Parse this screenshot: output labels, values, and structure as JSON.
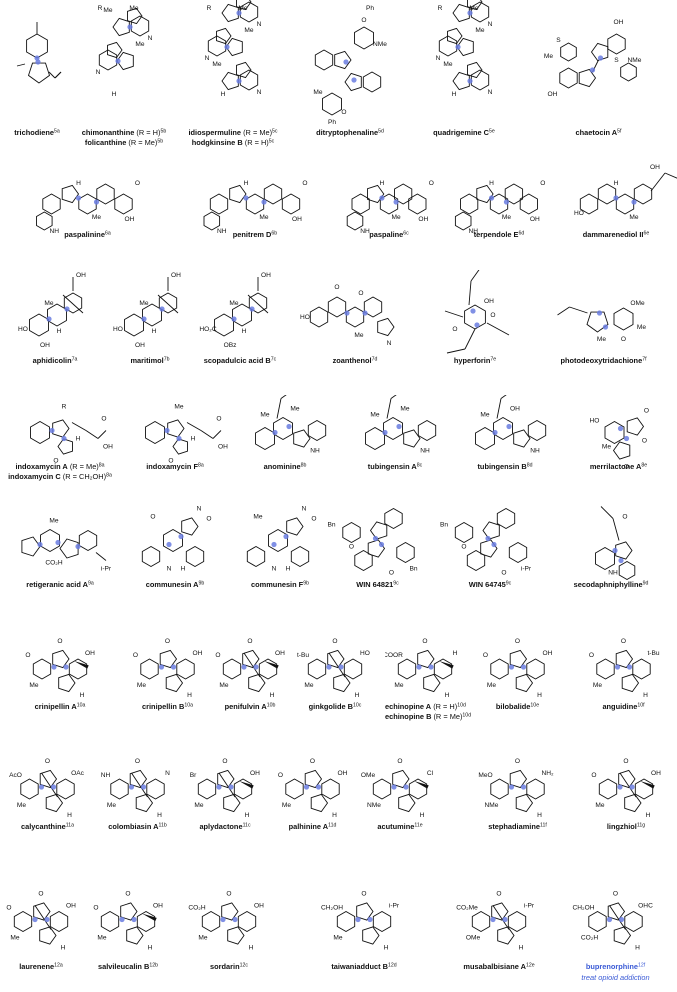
{
  "colors": {
    "quaternary_marker": "#6a7de0",
    "highlight_marker": "#e84a4a",
    "highlight_text": "#3b5bd6",
    "ink": "#111111"
  },
  "compounds": [
    {
      "id": "trichodiene",
      "name": "trichodiene",
      "ref": "5a"
    },
    {
      "id": "chimonanthine",
      "name": "chimonanthine",
      "note": "(R = H)",
      "ref": "5b",
      "name2": "folicanthine",
      "note2": "(R = Me)",
      "ref2": "5b"
    },
    {
      "id": "idiospermuline",
      "name": "idiospermuline",
      "note": "(R = Me)",
      "ref": "5c",
      "name2": "hodgkinsine B",
      "note2": "(R = H)",
      "ref2": "5c"
    },
    {
      "id": "ditryptophenaline",
      "name": "ditryptophenaline",
      "ref": "5d"
    },
    {
      "id": "quadrigemine-c",
      "name": "quadrigemine C",
      "ref": "5e"
    },
    {
      "id": "chaetocin-a",
      "name": "chaetocin A",
      "ref": "5f"
    },
    {
      "id": "paspalinine",
      "name": "paspalinine",
      "ref": "6a"
    },
    {
      "id": "penitrem-d",
      "name": "penitrem D",
      "ref": "6b"
    },
    {
      "id": "paspaline",
      "name": "paspaline",
      "ref": "6c"
    },
    {
      "id": "terpendole-e",
      "name": "terpendole E",
      "ref": "6d"
    },
    {
      "id": "dammarenediol-ii",
      "name": "dammarenediol II",
      "ref": "6e"
    },
    {
      "id": "aphidicolin",
      "name": "aphidicolin",
      "ref": "7a"
    },
    {
      "id": "maritimol",
      "name": "maritimol",
      "ref": "7b"
    },
    {
      "id": "scopadulcic-acid-b",
      "name": "scopadulcic acid B",
      "ref": "7c"
    },
    {
      "id": "zoanthenol",
      "name": "zoanthenol",
      "ref": "7d"
    },
    {
      "id": "hyperforin",
      "name": "hyperforin",
      "ref": "7e"
    },
    {
      "id": "photodeoxytridachione",
      "name": "photodeoxytridachione",
      "ref": "7f"
    },
    {
      "id": "indoxamycin-a",
      "name": "indoxamycin A",
      "note": "(R = Me)",
      "ref": "8a",
      "name2": "indoxamycin C",
      "note2": "(R = CH₂OH)",
      "ref2": "8a"
    },
    {
      "id": "indoxamycin-f",
      "name": "indoxamycin F",
      "ref": "8a"
    },
    {
      "id": "anominine",
      "name": "anominine",
      "ref": "8b"
    },
    {
      "id": "tubingensin-a",
      "name": "tubingensin A",
      "ref": "8c"
    },
    {
      "id": "tubingensin-b",
      "name": "tubingensin B",
      "ref": "8d"
    },
    {
      "id": "merrilactone-a",
      "name": "merrilactone A",
      "ref": "8e"
    },
    {
      "id": "retigeranic-acid-a",
      "name": "retigeranic acid A",
      "ref": "9a"
    },
    {
      "id": "communesin-a",
      "name": "communesin A",
      "ref": "9b"
    },
    {
      "id": "communesin-f",
      "name": "communesin F",
      "ref": "9b"
    },
    {
      "id": "win-64821",
      "name": "WIN 64821",
      "ref": "9c"
    },
    {
      "id": "win-64745",
      "name": "WIN 64745",
      "ref": "9c"
    },
    {
      "id": "secodaphniphylline",
      "name": "secodaphniphylline",
      "ref": "9d"
    },
    {
      "id": "crinipellin-a",
      "name": "crinipellin A",
      "ref": "10a"
    },
    {
      "id": "crinipellin-b",
      "name": "crinipellin B",
      "ref": "10a"
    },
    {
      "id": "penifulvin-a",
      "name": "penifulvin A",
      "ref": "10b"
    },
    {
      "id": "ginkgolide-b",
      "name": "ginkgolide B",
      "ref": "10c"
    },
    {
      "id": "echinopine-a",
      "name": "echinopine A",
      "note": "(R = H)",
      "ref": "10d",
      "name2": "echinopine B",
      "note2": "(R = Me)",
      "ref2": "10d"
    },
    {
      "id": "bilobalide",
      "name": "bilobalide",
      "ref": "10e"
    },
    {
      "id": "anguidine",
      "name": "anguidine",
      "ref": "10f"
    },
    {
      "id": "calycanthine",
      "name": "calycanthine",
      "ref": "11a"
    },
    {
      "id": "colombiasin-a",
      "name": "colombiasin A",
      "ref": "11b"
    },
    {
      "id": "aplydactone",
      "name": "aplydactone",
      "ref": "11c"
    },
    {
      "id": "palhinine-a",
      "name": "palhinine A",
      "ref": "11d"
    },
    {
      "id": "acutumine",
      "name": "acutumine",
      "ref": "11e"
    },
    {
      "id": "stephadiamine",
      "name": "stephadiamine",
      "ref": "11f"
    },
    {
      "id": "lingzhiol",
      "name": "lingzhiol",
      "ref": "11g"
    },
    {
      "id": "laurenene",
      "name": "laurenene",
      "ref": "12a"
    },
    {
      "id": "salvileucalin-b",
      "name": "salvileucalin B",
      "ref": "12b"
    },
    {
      "id": "sordarin",
      "name": "sordarin",
      "ref": "12c"
    },
    {
      "id": "taiwaniadduct-b",
      "name": "taiwaniadduct B",
      "ref": "12d"
    },
    {
      "id": "musabalbisiane-a",
      "name": "musabalbisiane A",
      "ref": "12e"
    },
    {
      "id": "buprenorphine",
      "name": "buprenorphine",
      "ref": "12f",
      "caption": "treat opioid addiction"
    }
  ],
  "atom_labels": {
    "me": "Me",
    "n": "N",
    "nh": "NH",
    "h": "H",
    "r": "R",
    "o": "O",
    "oh": "OH",
    "ho": "HO",
    "nme": "NMe",
    "s": "S",
    "ome": "OMe",
    "co2h": "CO₂H",
    "ho2c": "HO₂C",
    "obz": "OBz",
    "bn": "Bn",
    "ipr": "i-Pr",
    "tbu": "t-Bu",
    "cl": "Cl",
    "br": "Br",
    "nh2": "NH₂",
    "ch2oh": "CH₂OH",
    "co2me": "CO₂Me",
    "ohc": "OHC",
    "aco": "AcO",
    "oac": "OAc",
    "coor": "COOR",
    "ph": "Ph",
    "meo": "MeO"
  }
}
